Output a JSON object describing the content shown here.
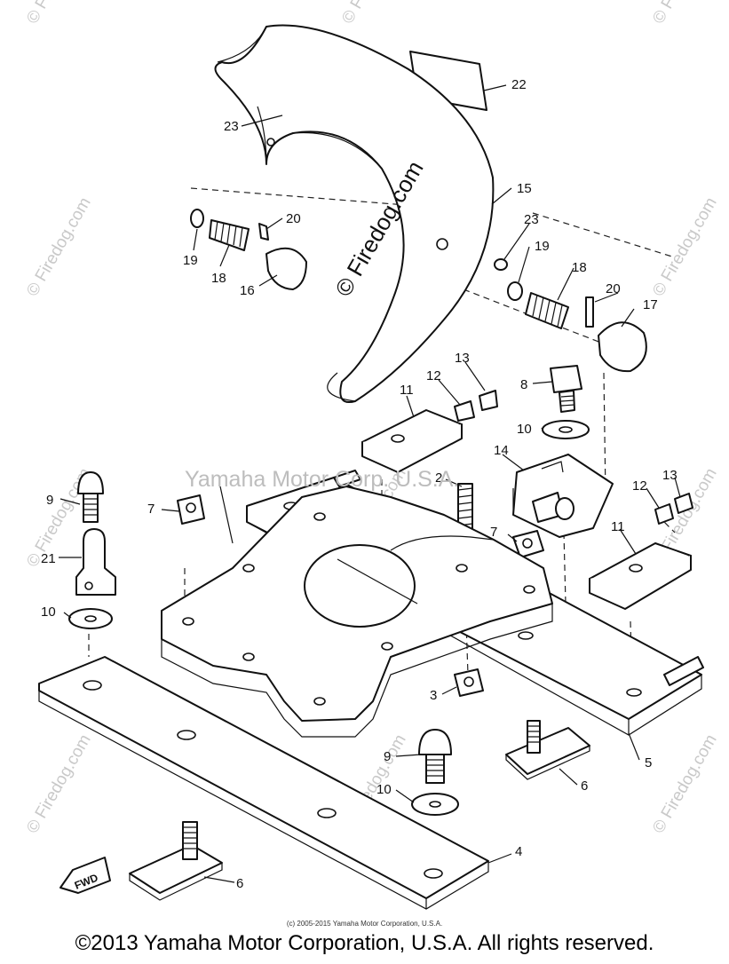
{
  "watermarks": {
    "center": "© Firedog.com",
    "corner": "© Firedog.com",
    "corp": "Yamaha Motor Corp. U.S.A."
  },
  "part_labels": {
    "p2": "2",
    "p3": "3",
    "p4": "4",
    "p5": "5",
    "p6a": "6",
    "p6b": "6",
    "p7a": "7",
    "p7b": "7",
    "p8": "8",
    "p9a": "9",
    "p9b": "9",
    "p10a": "10",
    "p10b": "10",
    "p10c": "10",
    "p11a": "11",
    "p11b": "11",
    "p12a": "12",
    "p12b": "12",
    "p13a": "13",
    "p13b": "13",
    "p14": "14",
    "p15": "15",
    "p16": "16",
    "p17": "17",
    "p18a": "18",
    "p18b": "18",
    "p19a": "19",
    "p19b": "19",
    "p20a": "20",
    "p20b": "20",
    "p21": "21",
    "p22": "22",
    "p23a": "23",
    "p23b": "23"
  },
  "fwd_label": "FWD",
  "small_copyright": "(c) 2005-2015 Yamaha Motor Corporation, U.S.A.",
  "copyright": "©2013 Yamaha Motor Corporation, U.S.A. All rights reserved."
}
